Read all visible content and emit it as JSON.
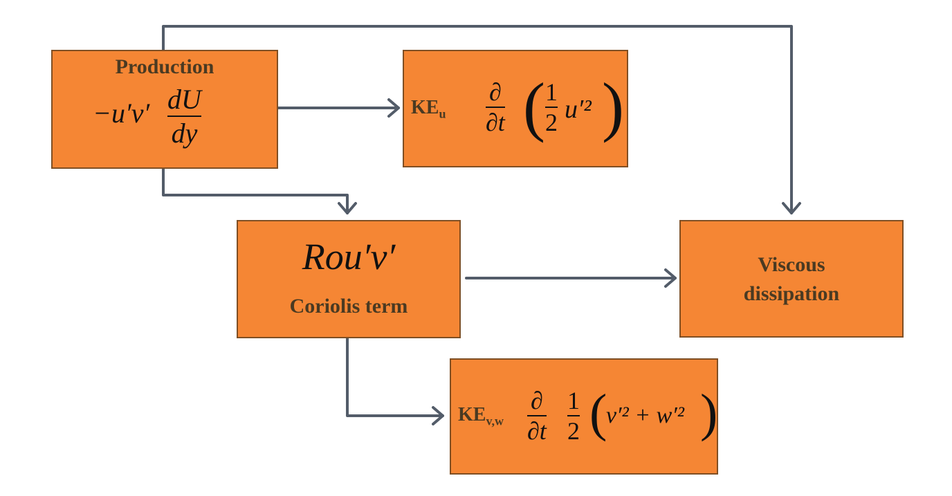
{
  "colors": {
    "box_fill": "#f58634",
    "box_border": "#7f4f24",
    "arrow": "#535c69",
    "label_text": "#4a3a22"
  },
  "production": {
    "label": "Production",
    "minus_uv": "−u′v′",
    "num": "dU",
    "den": "dy"
  },
  "ke_u": {
    "label": "KE",
    "sub": "u",
    "partial_num": "∂",
    "partial_den": "∂t",
    "half_num": "1",
    "half_den": "2",
    "term": "u′²"
  },
  "coriolis": {
    "expression": "Rou′v′",
    "label": "Coriolis term"
  },
  "viscous": {
    "label_line1": "Viscous",
    "label_line2": "dissipation"
  },
  "ke_vw": {
    "label": "KE",
    "sub": "v,w",
    "partial_num": "∂",
    "partial_den": "∂t",
    "half_num": "1",
    "half_den": "2",
    "term": "v′² + w′²"
  }
}
